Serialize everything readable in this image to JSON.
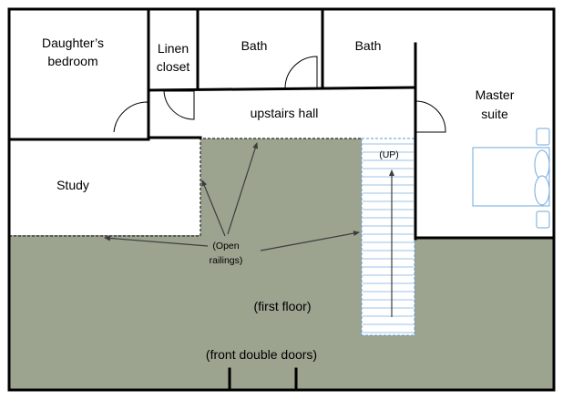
{
  "colors": {
    "first_floor_fill": "#9ca38f",
    "stair_outline": "#5b9bd5",
    "stair_tread": "#9dc3e6",
    "bed_outline": "#6fa8dc",
    "wall": "#000000",
    "arrow": "#3d3d3d"
  },
  "rooms": {
    "daughters_bedroom": {
      "line1": "Daughter’s",
      "line2": "bedroom"
    },
    "linen_closet": {
      "line1": "Linen",
      "line2": "closet"
    },
    "bath_left": "Bath",
    "bath_right": "Bath",
    "master_suite": {
      "line1": "Master",
      "line2": "suite"
    },
    "upstairs_hall": "upstairs hall",
    "study": "Study"
  },
  "annotations": {
    "stairs_up": "(UP)",
    "open_railings": {
      "line1": "(Open",
      "line2": "railings)"
    },
    "first_floor": "(first floor)",
    "front_double_doors": "(front double doors)"
  },
  "icons": {
    "door_swing": "door-swing-icon",
    "bed": "bed-icon",
    "arrow": "arrow-icon"
  }
}
